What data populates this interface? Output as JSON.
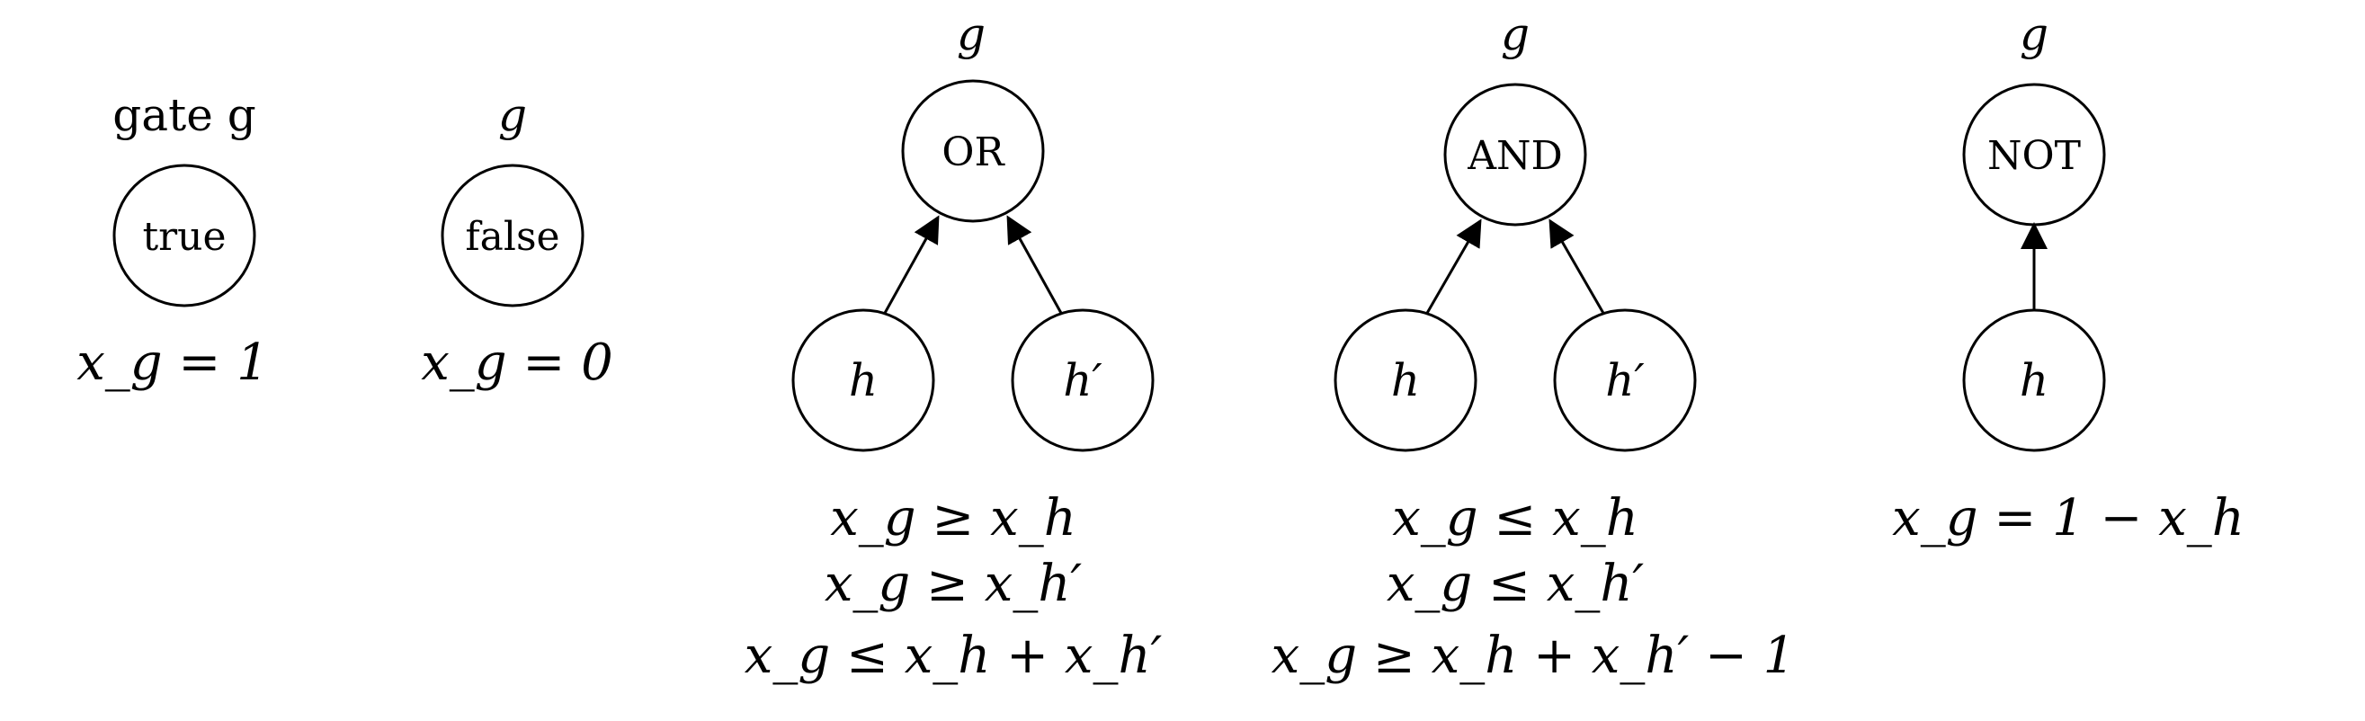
{
  "gates": {
    "true_gate": {
      "heading": "gate g",
      "node_label": "true",
      "equation": "x_g = 1"
    },
    "false_gate": {
      "heading": "g",
      "node_label": "false",
      "equation": "x_g = 0"
    },
    "or_gate": {
      "heading": "g",
      "node_label": "OR",
      "child_left": "h",
      "child_right": "h′",
      "equations": [
        "x_g ≥ x_h",
        "x_g ≥ x_h′",
        "x_g ≤ x_h + x_h′"
      ]
    },
    "and_gate": {
      "heading": "g",
      "node_label": "AND",
      "child_left": "h",
      "child_right": "h′",
      "equations": [
        "x_g ≤ x_h",
        "x_g ≤ x_h′",
        "x_g ≥ x_h + x_h′ − 1"
      ]
    },
    "not_gate": {
      "heading": "g",
      "node_label": "NOT",
      "child": "h",
      "equation": "x_g = 1 − x_h"
    }
  }
}
